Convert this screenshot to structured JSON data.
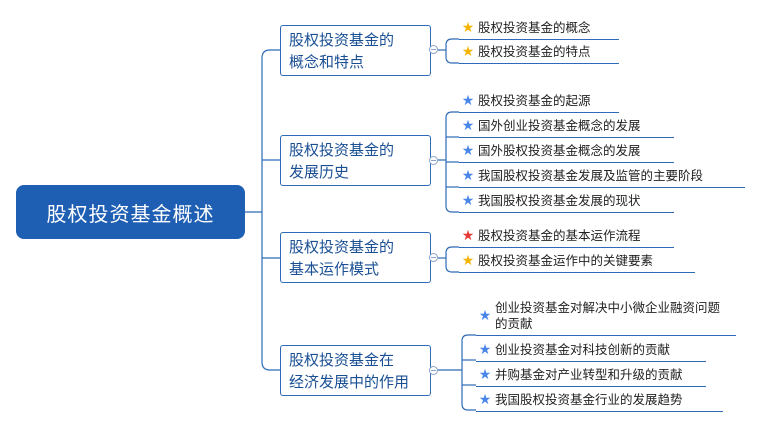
{
  "root": {
    "label": "股权投资基金概述"
  },
  "colors": {
    "root_fill": "#1f5fb3",
    "line": "#2d6bb8",
    "star_blue": "#4a86e8",
    "star_gold": "#f4b400",
    "star_red": "#e53935"
  },
  "branches": [
    {
      "label_line1": "股权投资基金的",
      "label_line2": "概念和特点",
      "leaves": [
        {
          "star": "gold",
          "text": "股权投资基金的概念"
        },
        {
          "star": "gold",
          "text": "股权投资基金的特点"
        }
      ]
    },
    {
      "label_line1": "股权投资基金的",
      "label_line2": "发展历史",
      "leaves": [
        {
          "star": "blue",
          "text": "股权投资基金的起源"
        },
        {
          "star": "blue",
          "text": "国外创业投资基金概念的发展"
        },
        {
          "star": "blue",
          "text": "国外股权投资基金概念的发展"
        },
        {
          "star": "blue",
          "text": "我国股权投资基金发展及监管的主要阶段"
        },
        {
          "star": "blue",
          "text": "我国股权投资基金发展的现状"
        }
      ]
    },
    {
      "label_line1": "股权投资基金的",
      "label_line2": "基本运作模式",
      "leaves": [
        {
          "star": "red",
          "text": "股权投资基金的基本运作流程"
        },
        {
          "star": "gold",
          "text": "股权投资基金运作中的关键要素"
        }
      ]
    },
    {
      "label_line1": "股权投资基金在",
      "label_line2": "经济发展中的作用",
      "leaves": [
        {
          "star": "blue",
          "text": "创业投资基金对解决中小微企业融资问题的贡献"
        },
        {
          "star": "blue",
          "text": "创业投资基金对科技创新的贡献"
        },
        {
          "star": "blue",
          "text": "并购基金对产业转型和升级的贡献"
        },
        {
          "star": "blue",
          "text": "我国股权投资基金行业的发展趋势"
        }
      ]
    }
  ]
}
